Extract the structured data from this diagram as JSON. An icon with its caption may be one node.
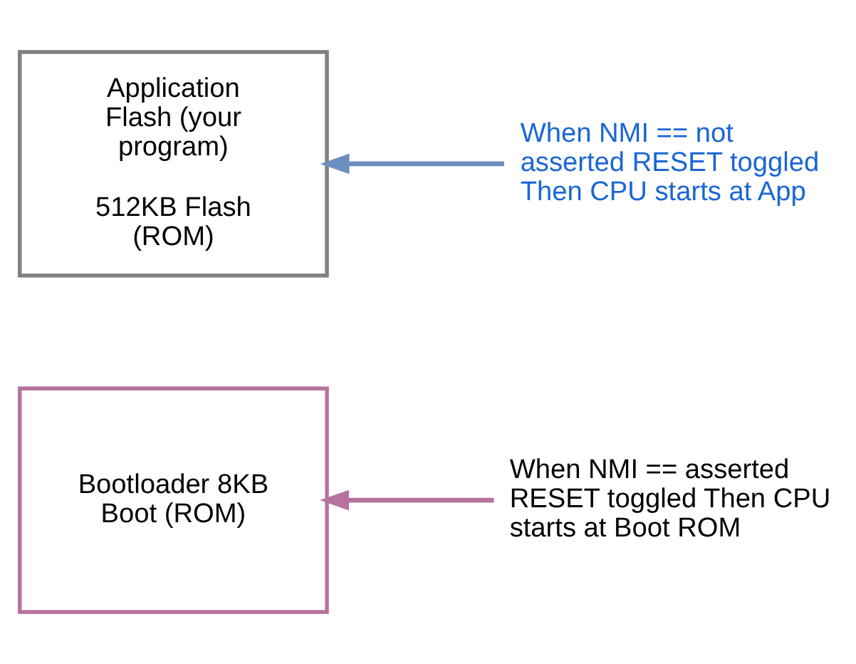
{
  "diagram": {
    "nodes": [
      {
        "text": [
          "Application Flash (your program)",
          "512KB Flash (ROM)"
        ]
      },
      {
        "text": [
          "Bootloader 8KB Boot (ROM)"
        ]
      },
      {
        "text": [
          "When NMI == not asserted RESET toggled Then CPU starts at App"
        ]
      },
      {
        "text": [
          "When NMI == asserted RESET toggled Then CPU starts at Boot ROM"
        ]
      }
    ],
    "edges": [
      {
        "from": 2,
        "to": 0,
        "arrow": "to",
        "color": "#6c8ebf"
      },
      {
        "from": 3,
        "to": 1,
        "arrow": "to",
        "color": "#b5739d"
      }
    ]
  }
}
